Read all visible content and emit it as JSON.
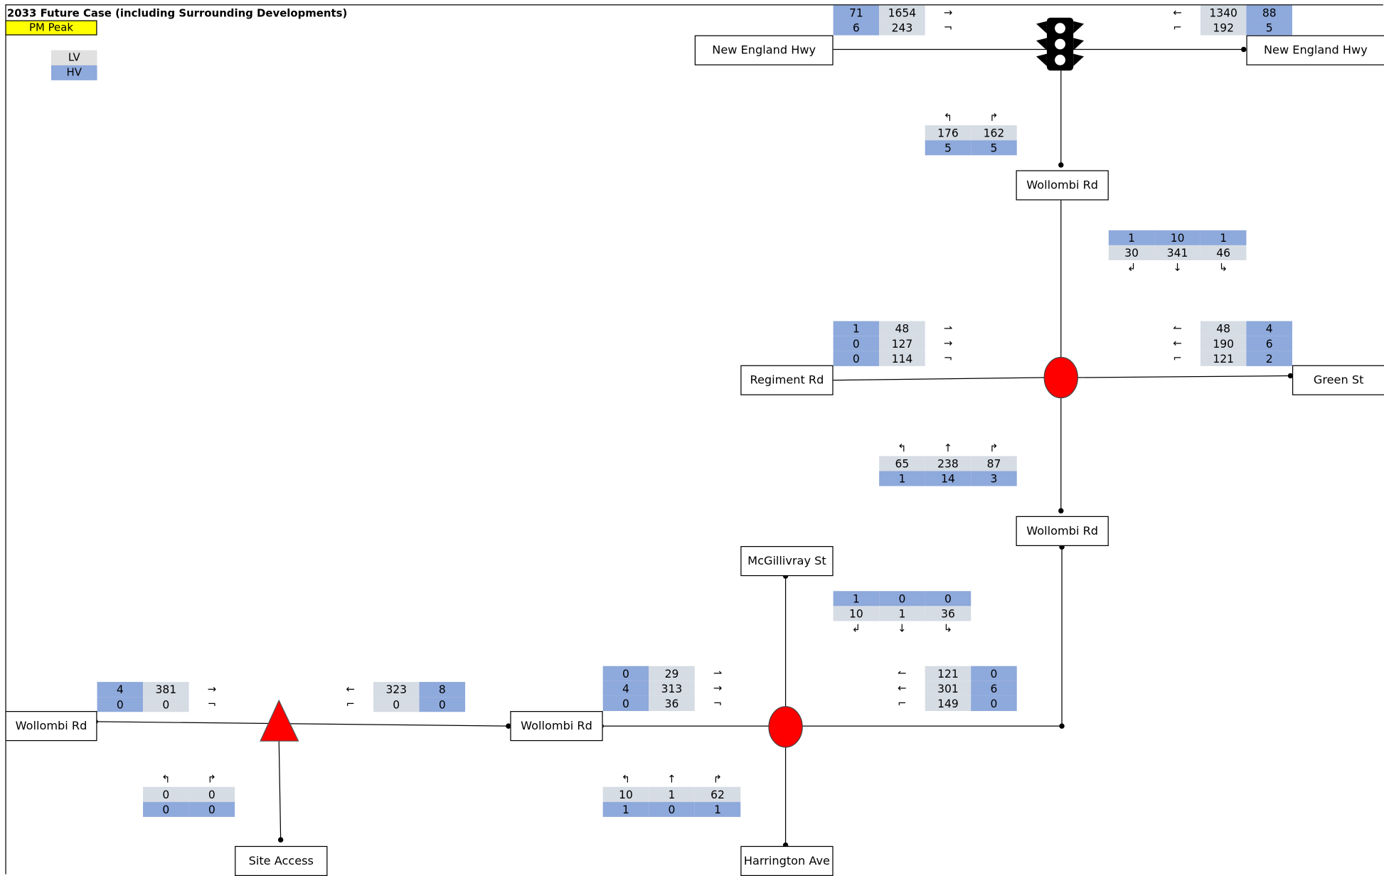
{
  "header": {
    "title": "2033 Future Case (including Surrounding Developments)",
    "period": "PM Peak"
  },
  "legend": {
    "lv": "LV",
    "hv": "HV"
  },
  "colors": {
    "lv_cell": "#d6dce4",
    "hv_cell": "#8ea9db",
    "peak_highlight": "#ffff00",
    "roundabout": "#ff0000",
    "give_way": "#ff0000"
  },
  "icons": {
    "signals": "traffic-light-icon",
    "roundabout": "red-circle-icon",
    "give_way": "red-triangle-icon"
  },
  "roads": {
    "nehwy_w": "New England Hwy",
    "nehwy_e": "New England Hwy",
    "wollombi_n1": "Wollombi Rd",
    "regiment": "Regiment Rd",
    "green": "Green St",
    "wollombi_n2": "Wollombi Rd",
    "mcgillivray": "McGillivray St",
    "wollombi_w": "Wollombi Rd",
    "wollombi_mid": "Wollombi Rd",
    "site_access": "Site Access",
    "harrington": "Harrington Ave"
  },
  "arrows": {
    "thru_e": "→",
    "thru_w": "←",
    "thru_s": "↓",
    "thru_n": "↑",
    "right_from_w": "¬",
    "left_from_w": "⇀",
    "left_from_e": "↼",
    "right_from_e": "⌐",
    "left_up": "↰",
    "right_up": "↱",
    "down_left": "↲",
    "down_right": "↳"
  },
  "intersections": {
    "i1": {
      "west": {
        "hv": [
          "71",
          "6"
        ],
        "lv": [
          "1654",
          "243"
        ]
      },
      "east": {
        "lv": [
          "1340",
          "192"
        ],
        "hv": [
          "88",
          "5"
        ]
      },
      "south": {
        "lv": [
          "176",
          "162"
        ],
        "hv": [
          "5",
          "5"
        ]
      }
    },
    "i2": {
      "north": {
        "hv": [
          "1",
          "10",
          "1"
        ],
        "lv": [
          "30",
          "341",
          "46"
        ]
      },
      "west": {
        "hv": [
          "1",
          "0",
          "0"
        ],
        "lv": [
          "48",
          "127",
          "114"
        ]
      },
      "east": {
        "lv": [
          "48",
          "190",
          "121"
        ],
        "hv": [
          "4",
          "6",
          "2"
        ]
      },
      "south": {
        "lv": [
          "65",
          "238",
          "87"
        ],
        "hv": [
          "1",
          "14",
          "3"
        ]
      }
    },
    "i3": {
      "north": {
        "hv": [
          "1",
          "0",
          "0"
        ],
        "lv": [
          "10",
          "1",
          "36"
        ]
      },
      "west": {
        "hv": [
          "0",
          "4",
          "0"
        ],
        "lv": [
          "29",
          "313",
          "36"
        ]
      },
      "east": {
        "lv": [
          "121",
          "301",
          "149"
        ],
        "hv": [
          "0",
          "6",
          "0"
        ]
      },
      "south": {
        "lv": [
          "10",
          "1",
          "62"
        ],
        "hv": [
          "1",
          "0",
          "1"
        ]
      }
    },
    "i4": {
      "west": {
        "hv": [
          "4",
          "0"
        ],
        "lv": [
          "381",
          "0"
        ]
      },
      "east": {
        "lv": [
          "323",
          "0"
        ],
        "hv": [
          "8",
          "0"
        ]
      },
      "south": {
        "lv": [
          "0",
          "0"
        ],
        "hv": [
          "0",
          "0"
        ]
      }
    }
  }
}
